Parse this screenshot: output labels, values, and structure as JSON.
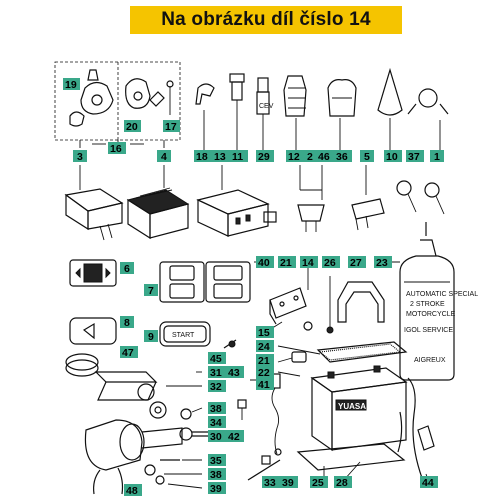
{
  "title": "Na obrázku díl číslo 14",
  "accent_color": "#f5c400",
  "label_color": "#3aa88a",
  "labels": [
    {
      "id": "l19",
      "text": "19"
    },
    {
      "id": "l20",
      "text": "20"
    },
    {
      "id": "l17",
      "text": "17"
    },
    {
      "id": "l16",
      "text": "16"
    },
    {
      "id": "l3",
      "text": "3"
    },
    {
      "id": "l4",
      "text": "4"
    },
    {
      "id": "l18",
      "text": "18"
    },
    {
      "id": "l13",
      "text": "13"
    },
    {
      "id": "l11",
      "text": "11"
    },
    {
      "id": "l29",
      "text": "29"
    },
    {
      "id": "l12",
      "text": "12"
    },
    {
      "id": "l2",
      "text": "2"
    },
    {
      "id": "l46",
      "text": "46"
    },
    {
      "id": "l36",
      "text": "36"
    },
    {
      "id": "l5",
      "text": "5"
    },
    {
      "id": "l10",
      "text": "10"
    },
    {
      "id": "l37",
      "text": "37"
    },
    {
      "id": "l1",
      "text": "1"
    },
    {
      "id": "l6",
      "text": "6"
    },
    {
      "id": "l7",
      "text": "7"
    },
    {
      "id": "l40",
      "text": "40"
    },
    {
      "id": "l21a",
      "text": "21"
    },
    {
      "id": "l14",
      "text": "14"
    },
    {
      "id": "l26",
      "text": "26"
    },
    {
      "id": "l27",
      "text": "27"
    },
    {
      "id": "l23",
      "text": "23"
    },
    {
      "id": "l8",
      "text": "8"
    },
    {
      "id": "l9",
      "text": "9"
    },
    {
      "id": "l15",
      "text": "15"
    },
    {
      "id": "l24",
      "text": "24"
    },
    {
      "id": "l47",
      "text": "47"
    },
    {
      "id": "l45",
      "text": "45"
    },
    {
      "id": "l21b",
      "text": "21"
    },
    {
      "id": "l22",
      "text": "22"
    },
    {
      "id": "l31",
      "text": "31"
    },
    {
      "id": "l43",
      "text": "43"
    },
    {
      "id": "l41",
      "text": "41"
    },
    {
      "id": "l32",
      "text": "32"
    },
    {
      "id": "l38a",
      "text": "38"
    },
    {
      "id": "l34",
      "text": "34"
    },
    {
      "id": "l30",
      "text": "30"
    },
    {
      "id": "l42",
      "text": "42"
    },
    {
      "id": "l35",
      "text": "35"
    },
    {
      "id": "l38b",
      "text": "38"
    },
    {
      "id": "l39",
      "text": "39"
    },
    {
      "id": "l33",
      "text": "33"
    },
    {
      "id": "l39b",
      "text": "39"
    },
    {
      "id": "l25",
      "text": "25"
    },
    {
      "id": "l28",
      "text": "28"
    },
    {
      "id": "l44",
      "text": "44"
    },
    {
      "id": "l48",
      "text": "48"
    }
  ],
  "printed_text": {
    "start_button": "START",
    "battery_brand": "YUASA",
    "fluid_line1": "AUTOMATIC SPECIAL",
    "fluid_line2": "2 STROKE",
    "fluid_line3": "MOTORCYCLE",
    "fluid_brand": "IGOL SERVICE",
    "acid_brand": "AIGREUX",
    "bulb_text": "CEV"
  }
}
